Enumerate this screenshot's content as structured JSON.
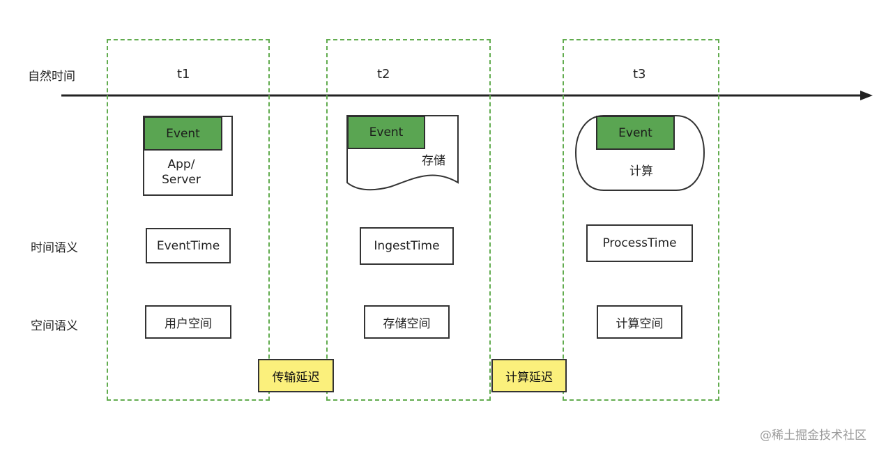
{
  "rows": {
    "natural_time": "自然时间",
    "time_semantic": "时间语义",
    "space_semantic": "空间语义"
  },
  "stages": [
    {
      "tick": "t1",
      "event": "Event",
      "node_label": "App/\nServer",
      "time": "EventTime",
      "space": "用户空间"
    },
    {
      "tick": "t2",
      "event": "Event",
      "node_label": "存储",
      "time": "IngestTime",
      "space": "存储空间"
    },
    {
      "tick": "t3",
      "event": "Event",
      "node_label": "计算",
      "time": "ProcessTime",
      "space": "计算空间"
    }
  ],
  "delays": [
    "传输延迟",
    "计算延迟"
  ],
  "watermark": "@稀土掘金技术社区",
  "colors": {
    "dashed_border": "#62ac4f",
    "event_fill": "#5aa552",
    "delay_fill": "#fbf07c"
  }
}
